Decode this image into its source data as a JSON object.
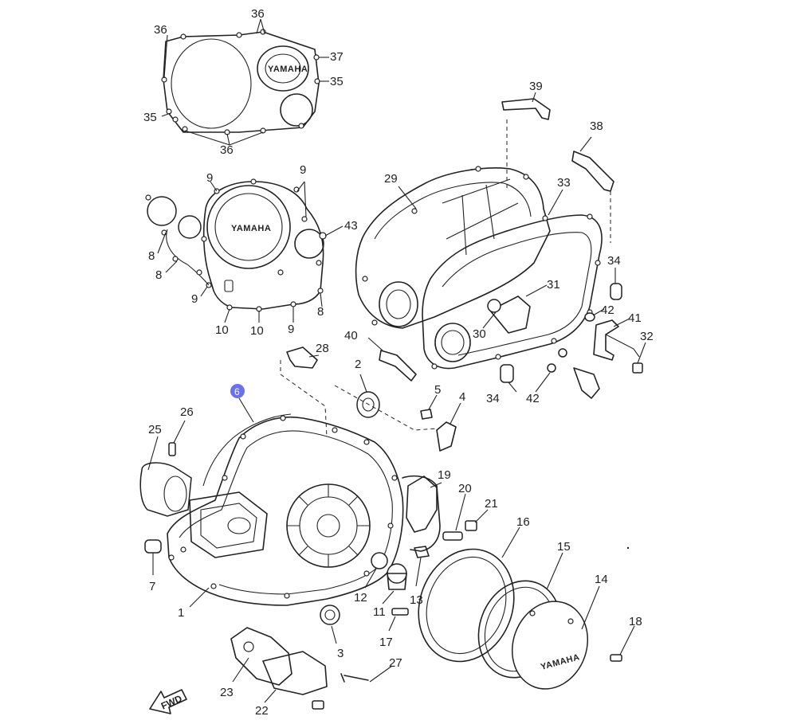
{
  "callouts": [
    {
      "id": "36a",
      "text": "36"
    },
    {
      "id": "36b",
      "text": "36"
    },
    {
      "id": "36c",
      "text": "36"
    },
    {
      "id": "37",
      "text": "37"
    },
    {
      "id": "35a",
      "text": "35"
    },
    {
      "id": "35b",
      "text": "35"
    },
    {
      "id": "39",
      "text": "39"
    },
    {
      "id": "38",
      "text": "38"
    },
    {
      "id": "9a",
      "text": "9"
    },
    {
      "id": "9b",
      "text": "9"
    },
    {
      "id": "9c",
      "text": "9"
    },
    {
      "id": "9d",
      "text": "9"
    },
    {
      "id": "43",
      "text": "43"
    },
    {
      "id": "29",
      "text": "29"
    },
    {
      "id": "33",
      "text": "33"
    },
    {
      "id": "8a",
      "text": "8"
    },
    {
      "id": "8b",
      "text": "8"
    },
    {
      "id": "8c",
      "text": "8"
    },
    {
      "id": "10a",
      "text": "10"
    },
    {
      "id": "10b",
      "text": "10"
    },
    {
      "id": "34a",
      "text": "34"
    },
    {
      "id": "31",
      "text": "31"
    },
    {
      "id": "42a",
      "text": "42"
    },
    {
      "id": "41",
      "text": "41"
    },
    {
      "id": "30",
      "text": "30"
    },
    {
      "id": "32",
      "text": "32"
    },
    {
      "id": "40",
      "text": "40"
    },
    {
      "id": "28",
      "text": "28"
    },
    {
      "id": "2",
      "text": "2"
    },
    {
      "id": "34b",
      "text": "34"
    },
    {
      "id": "42b",
      "text": "42"
    },
    {
      "id": "5",
      "text": "5"
    },
    {
      "id": "4",
      "text": "4"
    },
    {
      "id": "26",
      "text": "26"
    },
    {
      "id": "25",
      "text": "25"
    },
    {
      "id": "19",
      "text": "19"
    },
    {
      "id": "20",
      "text": "20"
    },
    {
      "id": "21",
      "text": "21"
    },
    {
      "id": "16",
      "text": "16"
    },
    {
      "id": "15",
      "text": "15"
    },
    {
      "id": "14",
      "text": "14"
    },
    {
      "id": "7",
      "text": "7"
    },
    {
      "id": "1",
      "text": "1"
    },
    {
      "id": "12",
      "text": "12"
    },
    {
      "id": "11",
      "text": "11"
    },
    {
      "id": "13",
      "text": "13"
    },
    {
      "id": "18",
      "text": "18"
    },
    {
      "id": "17",
      "text": "17"
    },
    {
      "id": "3",
      "text": "3"
    },
    {
      "id": "27",
      "text": "27"
    },
    {
      "id": "23",
      "text": "23"
    },
    {
      "id": "22",
      "text": "22"
    }
  ],
  "highlight": {
    "text": "6"
  },
  "logos": {
    "cover_top": "YAMAHA",
    "cover_mid": "YAMAHA",
    "cover_round": "YAMAHA"
  },
  "fwd_arrow": "FWD",
  "colors": {
    "line": "#222222",
    "highlight": "#6b72e8",
    "background": "#ffffff"
  }
}
